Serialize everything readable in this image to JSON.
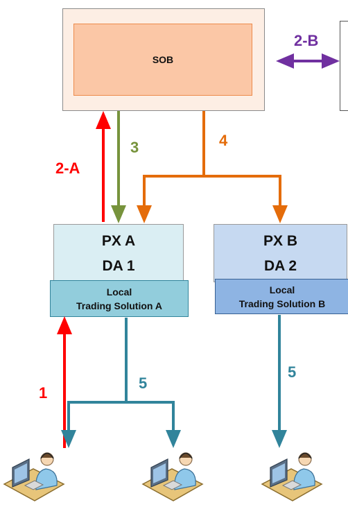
{
  "sob": {
    "label": "SOB"
  },
  "px_a": {
    "line1": "PX A",
    "line2": "DA 1",
    "local": "Local\nTrading Solution A"
  },
  "px_b": {
    "line1": "PX B",
    "line2": "DA 2",
    "local": "Local\nTrading Solution B"
  },
  "steps": {
    "s1": "1",
    "s2a": "2-A",
    "s2b": "2-B",
    "s3": "3",
    "s4": "4",
    "s5a": "5",
    "s5b": "5"
  },
  "colors": {
    "step1": "#ff0000",
    "step2a": "#ff0000",
    "step2b": "#7030a0",
    "step3": "#77933c",
    "step4": "#e46c0a",
    "step5": "#31849b"
  },
  "icons": [
    "trader-icon",
    "trader-icon",
    "trader-icon"
  ]
}
